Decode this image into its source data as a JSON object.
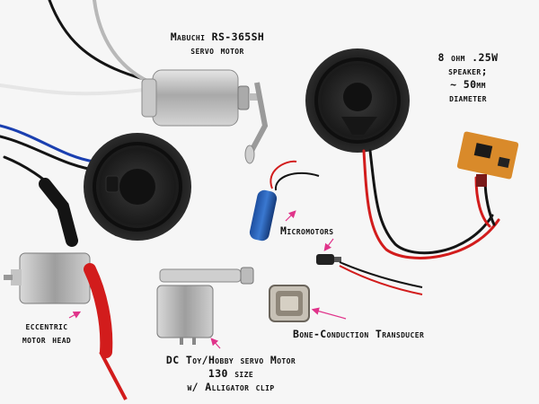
{
  "labels": {
    "rs365_line1": "Mabuchi RS-365SH",
    "rs365_line2": "servo motor",
    "speaker_line1": "8 ohm .25W",
    "speaker_line2": "speaker;",
    "speaker_line3": "~ 50mm",
    "speaker_line4": "diameter",
    "micromotors": "Micromotors",
    "eccentric_line1": "eccentric",
    "eccentric_line2": "motor head",
    "bone": "Bone-Conduction Transducer",
    "dc_line1": "DC Toy/Hobby servo Motor",
    "dc_line2": "130 size",
    "dc_line3": "w/ Alligator clip"
  },
  "colors": {
    "background": "#f6f6f6",
    "arrow": "#e0338a",
    "wire_red": "#d21c1c",
    "wire_black": "#141414",
    "speaker": "#1d1d1d",
    "motor_metal": "#bdbdbd",
    "pcb": "#d98a2a"
  }
}
